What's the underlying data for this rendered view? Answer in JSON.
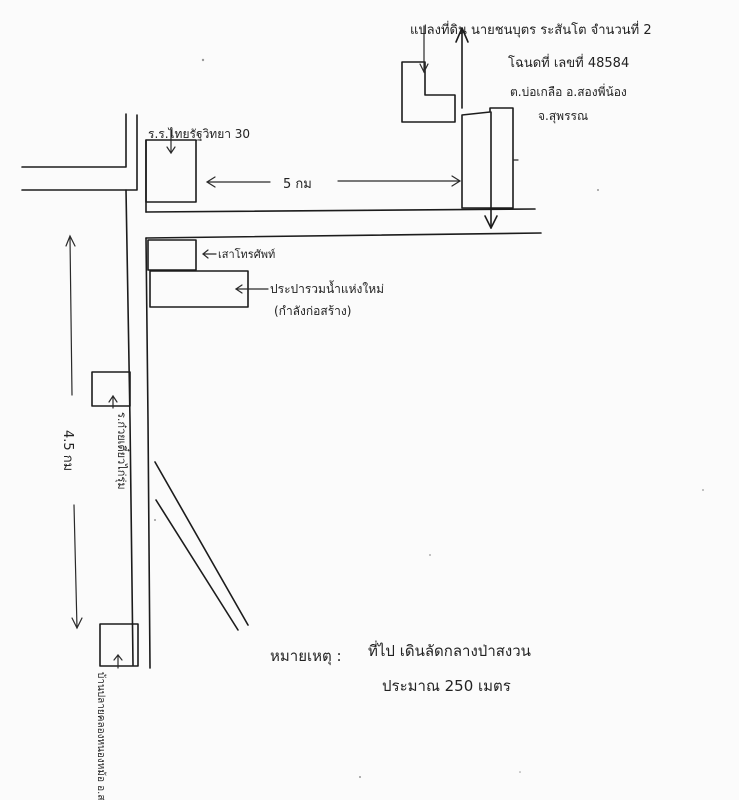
{
  "owner_block": {
    "line1": "แปลงที่ดิน นายชนบุตร ระสันโต จำนวนที่ 2",
    "line2": "โฉนดที่ เลขที่ 48584",
    "line3": "ต.บ่อเกลือ อ.สองพี่น้อง",
    "line4": "จ.สุพรรณ"
  },
  "labels": {
    "school": "ร.ร.ไทยรัฐวิทยา 30",
    "distance_top": "5 กม",
    "pole": "เสาโทรศัพท์",
    "water_office": "ประปารวมน้ำแห่งใหม่",
    "water_office_note": "(กำลังก่อสร้าง)",
    "distance_left": "4.5 กม",
    "shop": "ร.ก๋วยเตี๋ยวไก่รุ่ม",
    "bottom_place": "บ้านปลายคลองหนองหม้อ อ.สองพี่น้อง",
    "note_prefix": "หมายเหตุ :",
    "note_line1": "ที่ไป เดินลัดกลางป่าสงวน",
    "note_line2": "ประมาณ 250 เมตร"
  }
}
